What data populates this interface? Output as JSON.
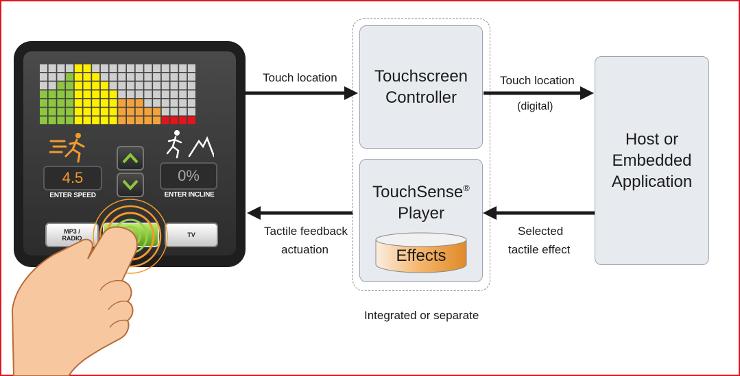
{
  "diagram": {
    "edge_labels": {
      "touch_location_in": "Touch location",
      "touch_location_out": "Touch location",
      "digital": "(digital)",
      "tactile_feedback": "Tactile feedback",
      "actuation": "actuation",
      "selected": "Selected",
      "tactile_effect": "tactile effect"
    },
    "nodes": {
      "controller_line1": "Touchscreen",
      "controller_line2": "Controller",
      "player_line1": "TouchSense",
      "player_reg": "®",
      "player_line2": "Player",
      "effects": "Effects",
      "host_line1": "Host or",
      "host_line2": "Embedded",
      "host_line3": "Application"
    },
    "group_caption": "Integrated or separate"
  },
  "device": {
    "speed_value": "4.5",
    "speed_label": "ENTER SPEED",
    "incline_value": "0%",
    "incline_label": "ENTER INCLINE",
    "buttons": {
      "mp3": "MP3 /",
      "radio": "RADIO",
      "tv": "TV"
    },
    "colors": {
      "green": "#8dc63f",
      "yellow": "#ffef00",
      "orange": "#f3a33a",
      "red": "#e3141b",
      "empty": "#cfcfcf",
      "accent_orange": "#f29a2e"
    }
  }
}
